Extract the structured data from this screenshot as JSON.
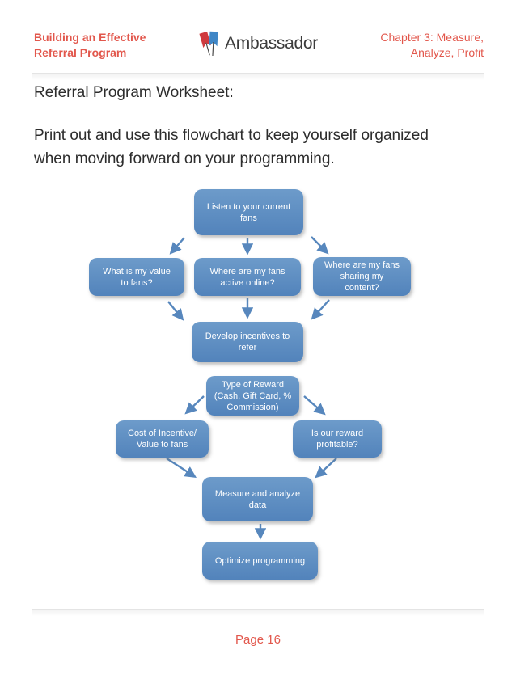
{
  "header": {
    "left_title": "Building an Effective\nReferral Program",
    "right_title": "Chapter 3: Measure,\nAnalyze, Profit",
    "logo_text": "Ambassador"
  },
  "body": {
    "heading": "Referral Program Worksheet:",
    "intro": "Print out and use this flowchart to keep yourself organized\nwhen moving forward on your programming."
  },
  "flowchart": {
    "nodes": {
      "listen": "Listen to your current\nfans",
      "value": "What is my value\nto fans?",
      "active": "Where are my fans\nactive online?",
      "sharing": "Where are my fans\nsharing my\ncontent?",
      "develop": "Develop incentives to\nrefer",
      "type": "Type of Reward\n(Cash, Gift Card, %\nCommission)",
      "cost": "Cost of Incentive/\nValue to fans",
      "reward": "Is our reward\nprofitable?",
      "measure": "Measure and analyze\ndata",
      "optimize": "Optimize programming"
    }
  },
  "footer": {
    "page_number": "Page 16"
  },
  "colors": {
    "accent_red": "#e2574c",
    "node_blue": "#5b8abf",
    "arrow_blue": "#5787bd",
    "logo_flag_red": "#cf3a3f",
    "logo_flag_blue": "#3f86c6",
    "text_dark": "#2d2d2d"
  }
}
